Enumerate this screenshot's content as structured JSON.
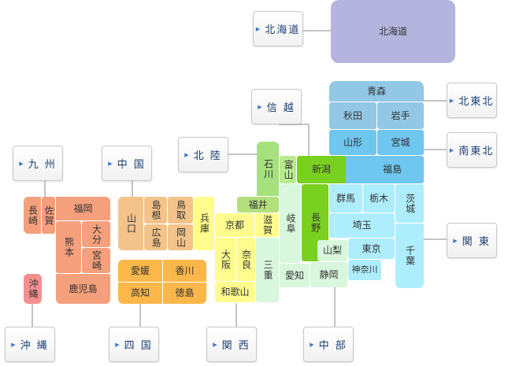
{
  "regions": {
    "hokkaido": "北海道",
    "kitatohoku": "北東北",
    "minamitohoku": "南東北",
    "kanto": "関 東",
    "shinetsu": "信 越",
    "hokuriku": "北 陸",
    "chubu": "中 部",
    "kansai": "関 西",
    "chugoku": "中 国",
    "shikoku": "四 国",
    "kyushu": "九 州",
    "okinawa": "沖 縄"
  },
  "prefectures": {
    "hokkaido": "北海道",
    "aomori": "青森",
    "akita": "秋田",
    "iwate": "岩手",
    "yamagata": "山形",
    "miyagi": "宮城",
    "fukushima": "福島",
    "niigata": "新潟",
    "toyama": "富山",
    "ishikawa": "石川",
    "fukui": "福井",
    "nagano": "長野",
    "gifu": "岐阜",
    "shizuoka": "静岡",
    "aichi": "愛知",
    "yamanashi": "山梨",
    "gunma": "群馬",
    "tochigi": "栃木",
    "ibaraki": "茨城",
    "saitama": "埼玉",
    "tokyo": "東京",
    "kanagawa": "神奈川",
    "chiba": "千葉",
    "shiga": "滋賀",
    "kyoto": "京都",
    "mie": "三重",
    "osaka": "大阪",
    "nara": "奈良",
    "hyogo": "兵庫",
    "wakayama": "和歌山",
    "tottori": "鳥取",
    "shimane": "島根",
    "okayama": "岡山",
    "hiroshima": "広島",
    "yamaguchi": "山口",
    "ehime": "愛媛",
    "kagawa": "香川",
    "kochi": "高知",
    "tokushima": "徳島",
    "fukuoka": "福岡",
    "saga": "佐賀",
    "nagasaki": "長崎",
    "oita": "大分",
    "kumamoto": "熊本",
    "miyazaki": "宮崎",
    "kagoshima": "鹿児島",
    "okinawa": "沖縄"
  },
  "colors": {
    "hokkaido": "#b4b4de",
    "tohoku_north": "#92c8e6",
    "tohoku_south": "#6fc6ee",
    "kanto": "#aeeefc",
    "shinetsu_niigata": "#7ad01f",
    "shinetsu_nagano": "#7ad01f",
    "toyama": "#b9eb8f",
    "hokuriku": "#a6e17d",
    "fukui": "#b3e07d",
    "chubu": "#d8f7dc",
    "kansai": "#fffc8d",
    "chugoku": "#f3c389",
    "shikoku": "#fbb74a",
    "kyushu": "#f5a07c",
    "okinawa": "#f48f8f"
  }
}
